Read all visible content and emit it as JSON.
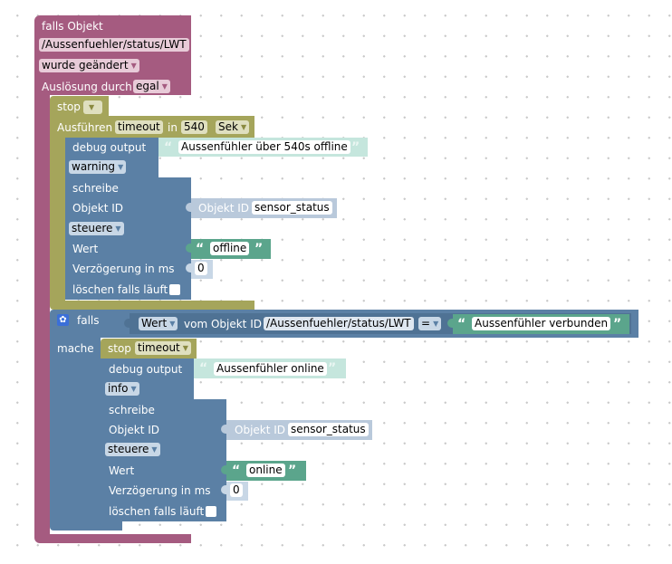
{
  "trigger": {
    "title": "falls Objekt",
    "object_id": "/Aussenfuehler/status/LWT",
    "condition": "wurde geändert",
    "trigger_label": "Auslösung durch",
    "trigger_value": "egal"
  },
  "stop1": {
    "label": "stop",
    "dropdown": ""
  },
  "timeout1": {
    "run_label": "Ausführen",
    "name": "timeout",
    "in_label": "in",
    "delay": "540",
    "unit": "Sek"
  },
  "debug1": {
    "label": "debug output",
    "message": "Aussenfühler über 540s offline",
    "level": "warning"
  },
  "write1": {
    "title": "schreibe",
    "objid_label": "Objekt ID",
    "objid_prefix": "Objekt ID",
    "objid_value": "sensor_status",
    "mode": "steuere",
    "value_label": "Wert",
    "value": "offline",
    "delay_label": "Verzögerung in ms",
    "delay": "0",
    "clear_label": "löschen falls läuft"
  },
  "if_block": {
    "if_label": "falls",
    "do_label": "mache",
    "gear_icon": "gear-icon",
    "compare_field": "Wert",
    "from_label": "vom Objekt ID",
    "object_id": "/Aussenfuehler/status/LWT",
    "operator": "=",
    "compare_value": "Aussenfühler verbunden"
  },
  "stop2": {
    "label": "stop",
    "dropdown": "timeout"
  },
  "debug2": {
    "label": "debug output",
    "message": "Aussenfühler online",
    "level": "info"
  },
  "write2": {
    "title": "schreibe",
    "objid_label": "Objekt ID",
    "objid_prefix": "Objekt ID",
    "objid_value": "sensor_status",
    "mode": "steuere",
    "value_label": "Wert",
    "value": "online",
    "delay_label": "Verzögerung in ms",
    "delay": "0",
    "clear_label": "löschen falls läuft"
  },
  "quote_open": "“",
  "quote_close": "”",
  "colors": {
    "event": "#a55b80",
    "timeout": "#a5a55b",
    "action": "#5b80a5",
    "text": "#5ba58c"
  }
}
